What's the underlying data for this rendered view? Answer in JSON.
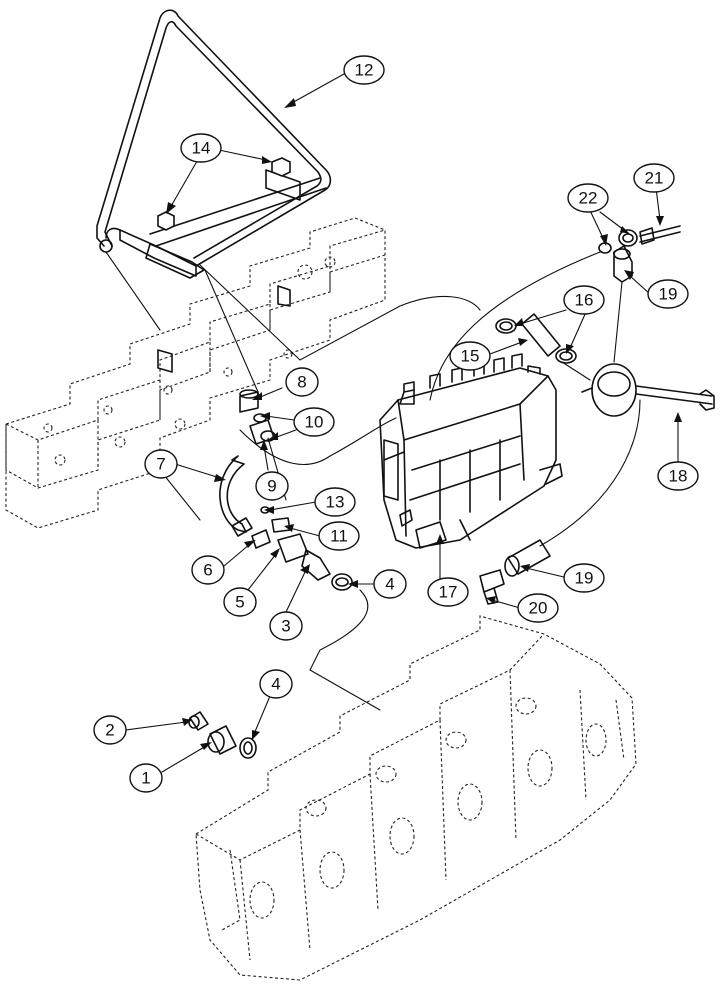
{
  "callouts": [
    {
      "id": "c1",
      "label": "1"
    },
    {
      "id": "c2",
      "label": "2"
    },
    {
      "id": "c3",
      "label": "3"
    },
    {
      "id": "c4a",
      "label": "4"
    },
    {
      "id": "c4b",
      "label": "4"
    },
    {
      "id": "c5",
      "label": "5"
    },
    {
      "id": "c6",
      "label": "6"
    },
    {
      "id": "c7",
      "label": "7"
    },
    {
      "id": "c8",
      "label": "8"
    },
    {
      "id": "c9",
      "label": "9"
    },
    {
      "id": "c10",
      "label": "10"
    },
    {
      "id": "c11",
      "label": "11"
    },
    {
      "id": "c12",
      "label": "12"
    },
    {
      "id": "c13",
      "label": "13"
    },
    {
      "id": "c14",
      "label": "14"
    },
    {
      "id": "c15",
      "label": "15"
    },
    {
      "id": "c16",
      "label": "16"
    },
    {
      "id": "c17",
      "label": "17"
    },
    {
      "id": "c18",
      "label": "18"
    },
    {
      "id": "c19a",
      "label": "19"
    },
    {
      "id": "c19b",
      "label": "19"
    },
    {
      "id": "c20",
      "label": "20"
    },
    {
      "id": "c21",
      "label": "21"
    },
    {
      "id": "c22",
      "label": "22"
    }
  ]
}
